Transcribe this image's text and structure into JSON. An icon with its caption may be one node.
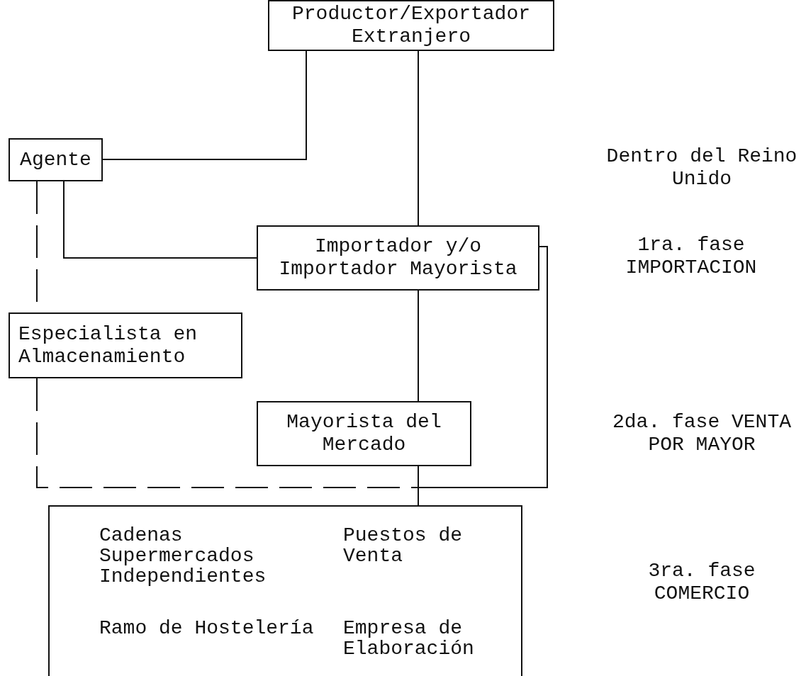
{
  "diagram": {
    "nodes": [
      {
        "text": [
          "Productor/Exportador Extranjero"
        ]
      },
      {
        "text": [
          "Agente"
        ]
      },
      {
        "text": [
          "Importador y/o Importador Mayorista"
        ]
      },
      {
        "text": [
          "Especialista en Almacenamiento"
        ]
      },
      {
        "text": [
          "Mayorista del Mercado"
        ]
      },
      {
        "text": [
          "Cadenas Supermercados Independientes",
          "Puestos de Venta",
          "Ramo de Hostelería",
          "Empresa de Elaboración"
        ]
      }
    ],
    "edges": [
      {
        "from": 0,
        "to": 1,
        "arrow": "none"
      },
      {
        "from": 0,
        "to": 2,
        "arrow": "none"
      },
      {
        "from": 1,
        "to": 2,
        "arrow": "none"
      },
      {
        "from": 1,
        "to": 3,
        "arrow": "none",
        "style": "dashed"
      },
      {
        "from": 2,
        "to": 4,
        "arrow": "none"
      },
      {
        "from": 4,
        "to": 5,
        "arrow": "none"
      },
      {
        "from": 3,
        "to": 5,
        "arrow": "none",
        "style": "dashed"
      },
      {
        "from": 2,
        "to": 5,
        "arrow": "none"
      }
    ],
    "labels": [
      "Dentro del Reino Unido",
      "1ra. fase IMPORTACION",
      "2da. fase VENTA POR MAYOR",
      "3ra. fase COMERCIO"
    ]
  }
}
